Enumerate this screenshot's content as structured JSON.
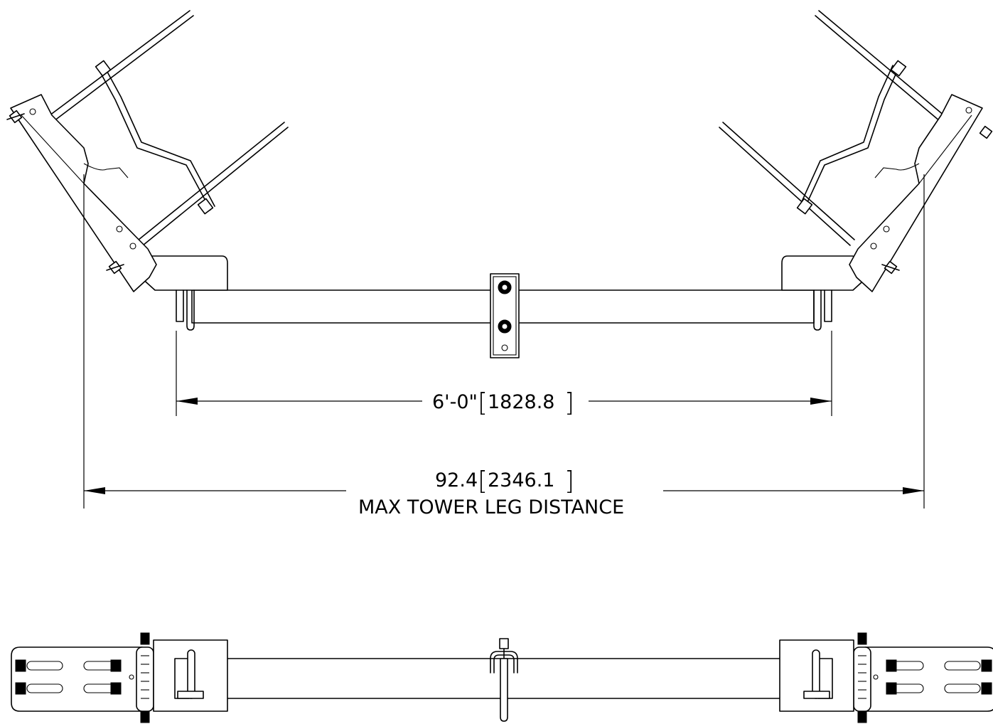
{
  "dimensions": {
    "mount_width": {
      "imperial": "6'-0\"",
      "metric": "1828.8"
    },
    "tower_leg": {
      "imperial": "92.4",
      "metric": "2346.1",
      "caption": "MAX TOWER LEG DISTANCE"
    }
  },
  "views": [
    "top-view",
    "front-view"
  ],
  "colors": {
    "line": "#000000",
    "background": "#ffffff"
  }
}
